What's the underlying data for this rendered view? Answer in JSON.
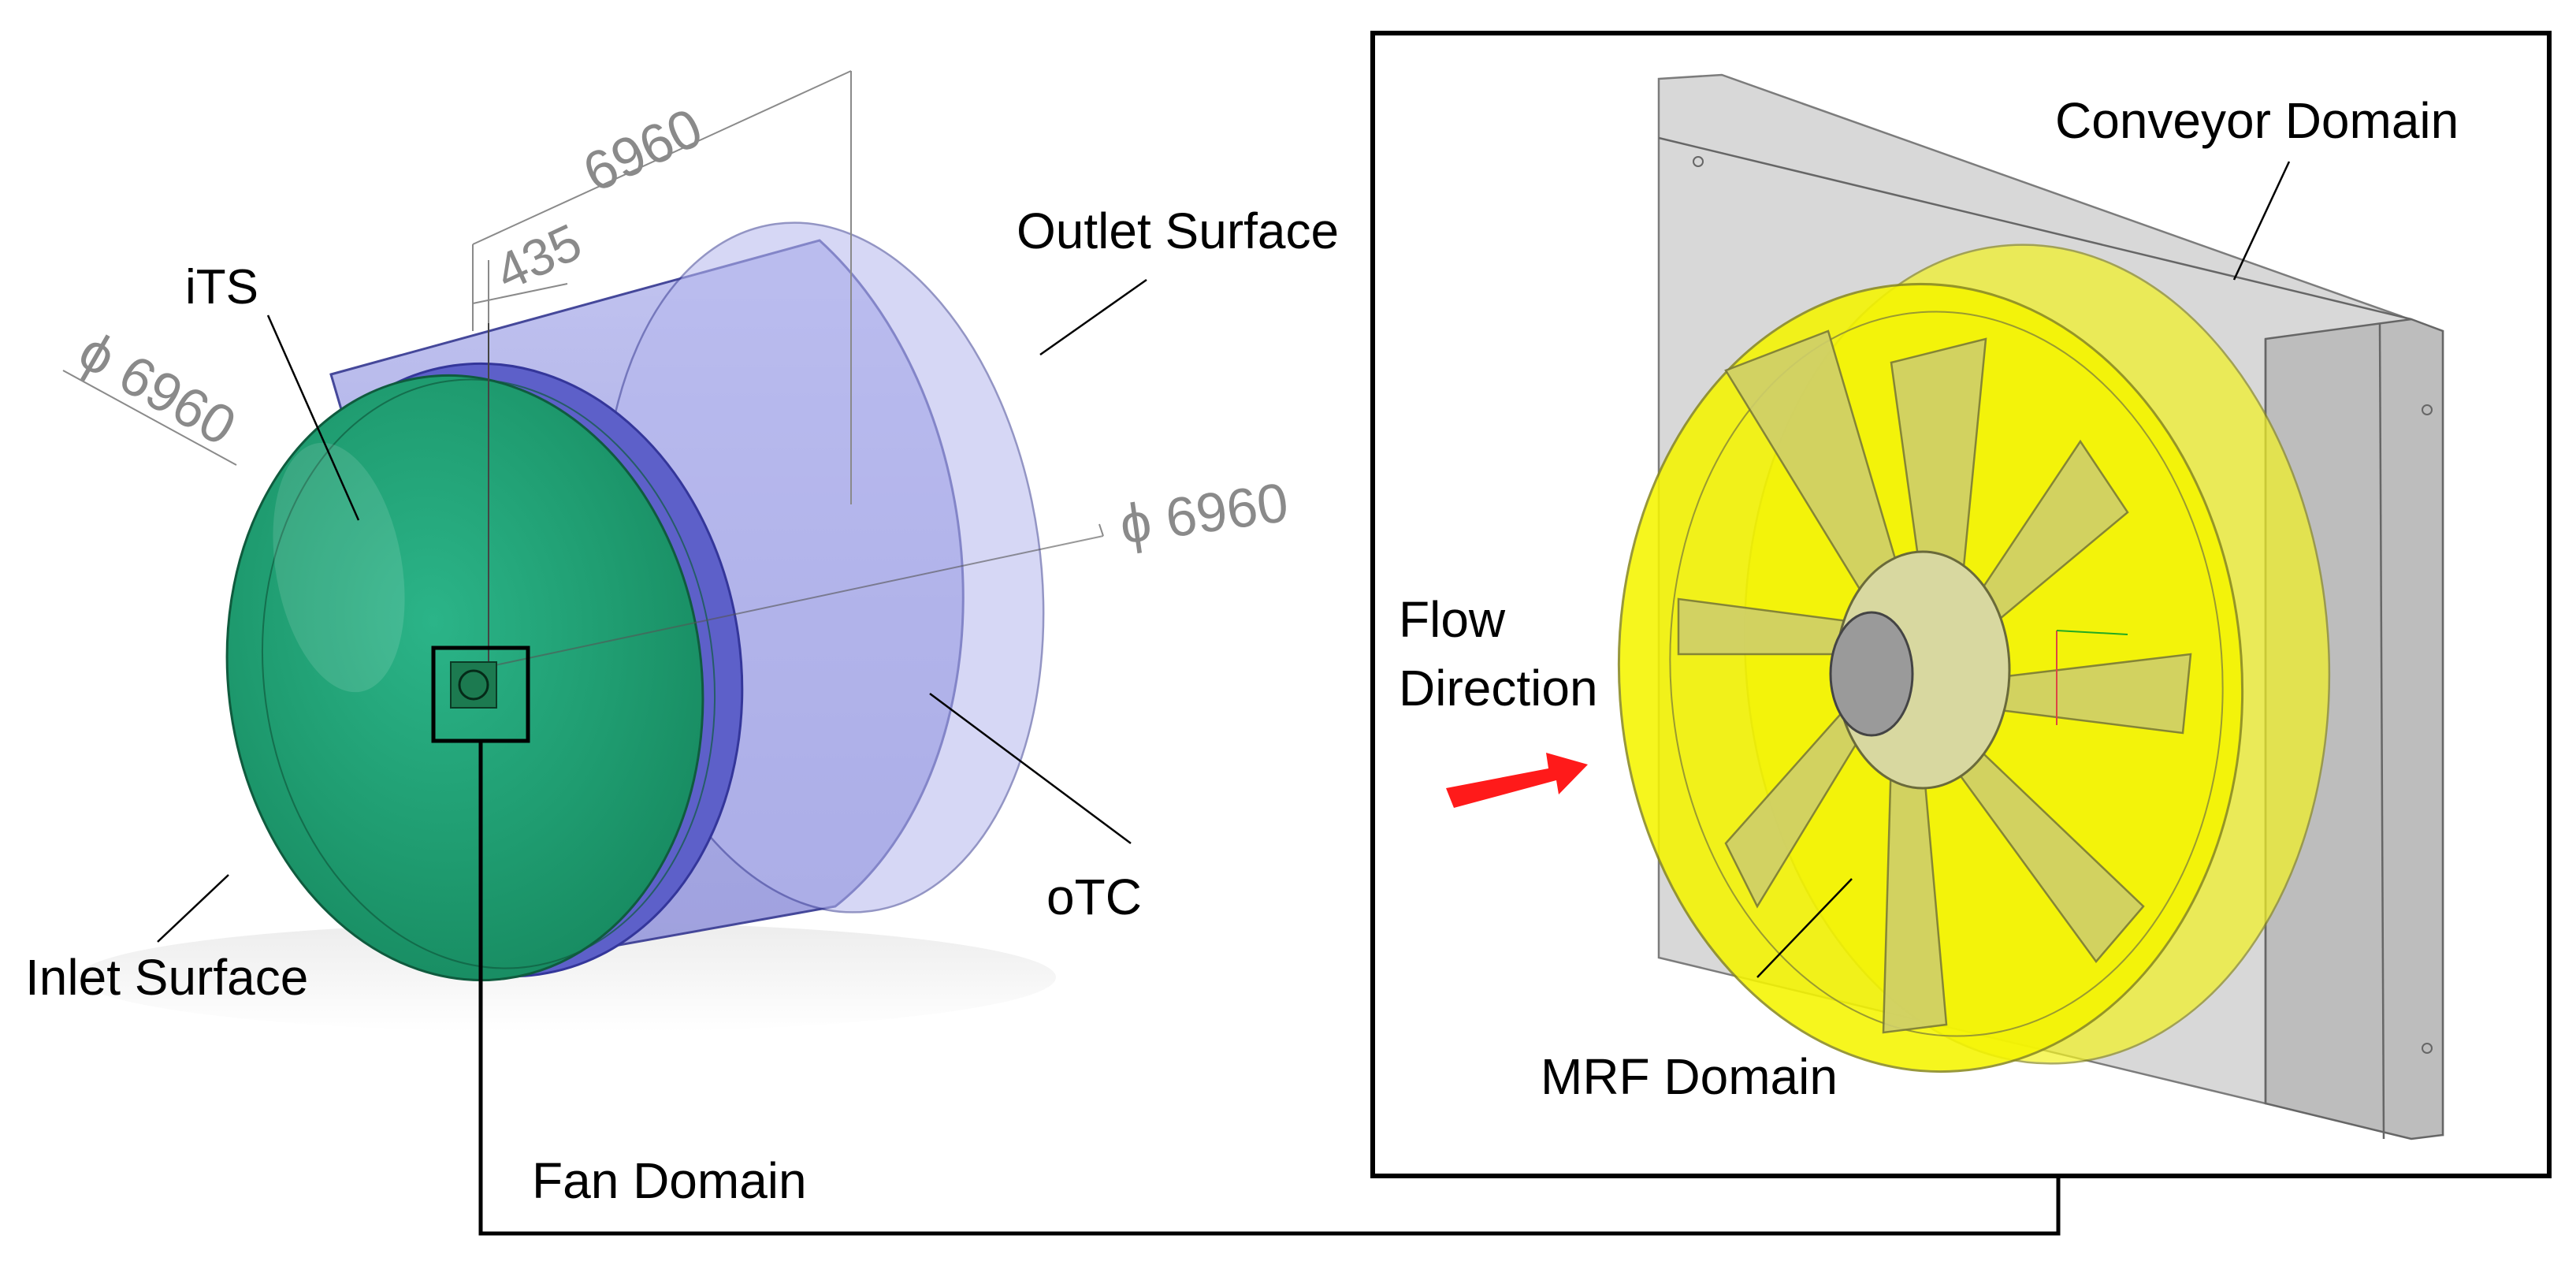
{
  "labels": {
    "its": "iTS",
    "outlet_surface": "Outlet Surface",
    "inlet_surface": "Inlet Surface",
    "otc": "oTC",
    "fan_domain": "Fan Domain",
    "conveyor_domain": "Conveyor Domain",
    "mrf_domain": "MRF Domain",
    "flow_line1": "Flow",
    "flow_line2": "Direction"
  },
  "dimensions": {
    "length": "6960",
    "offset": "435",
    "inlet_diameter": "ϕ 6960",
    "outlet_diameter": "ϕ 6960"
  },
  "colors": {
    "inlet_green": "#23a77a",
    "cylinder_lavender": "#a9abe6",
    "ring_blue": "#5d60c9",
    "mrf_yellow": "#f5f500",
    "conveyor_gray": "#c9c9c9",
    "flow_arrow_red": "#ff1a1a"
  }
}
